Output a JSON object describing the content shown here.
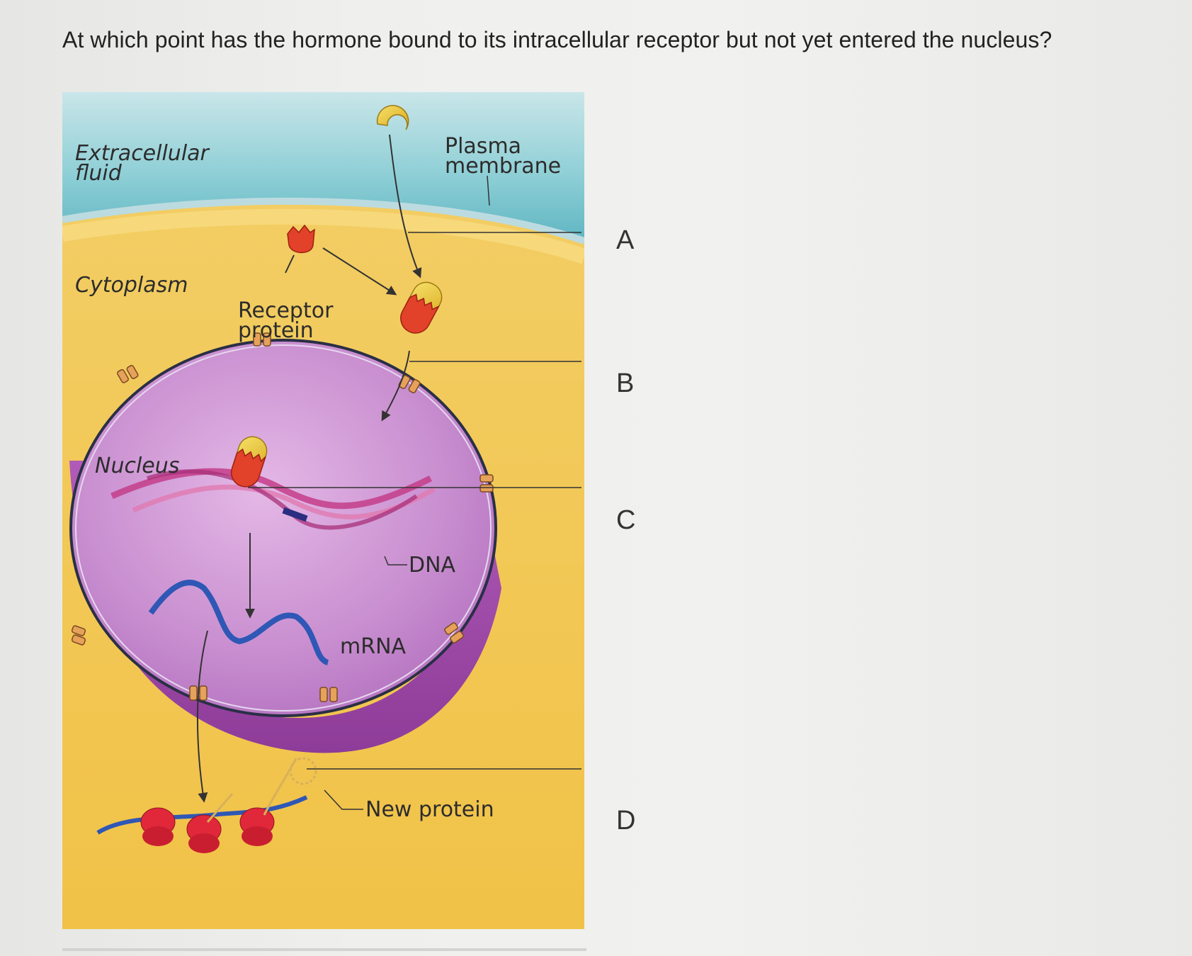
{
  "question": "At which point has the hormone bound to its intracellular receptor but not yet entered the nucleus?",
  "labels": {
    "extracellular_1": "Extracellular",
    "extracellular_2": "fluid",
    "plasma_1": "Plasma",
    "plasma_2": "membrane",
    "cytoplasm": "Cytoplasm",
    "receptor_1": "Receptor",
    "receptor_2": "protein",
    "nucleus": "Nucleus",
    "dna": "DNA",
    "mrna": "mRNA",
    "new_protein": "New protein"
  },
  "choices": [
    "A",
    "B",
    "C",
    "D"
  ],
  "colors": {
    "extracellular": "#7fc7cf",
    "cytoplasm": "#f2c652",
    "nucleus": "#b25bb8",
    "hormone": "#e7c230",
    "receptor": "#e2412a",
    "mrna": "#2f57b5",
    "dna": "#c43d8a"
  }
}
